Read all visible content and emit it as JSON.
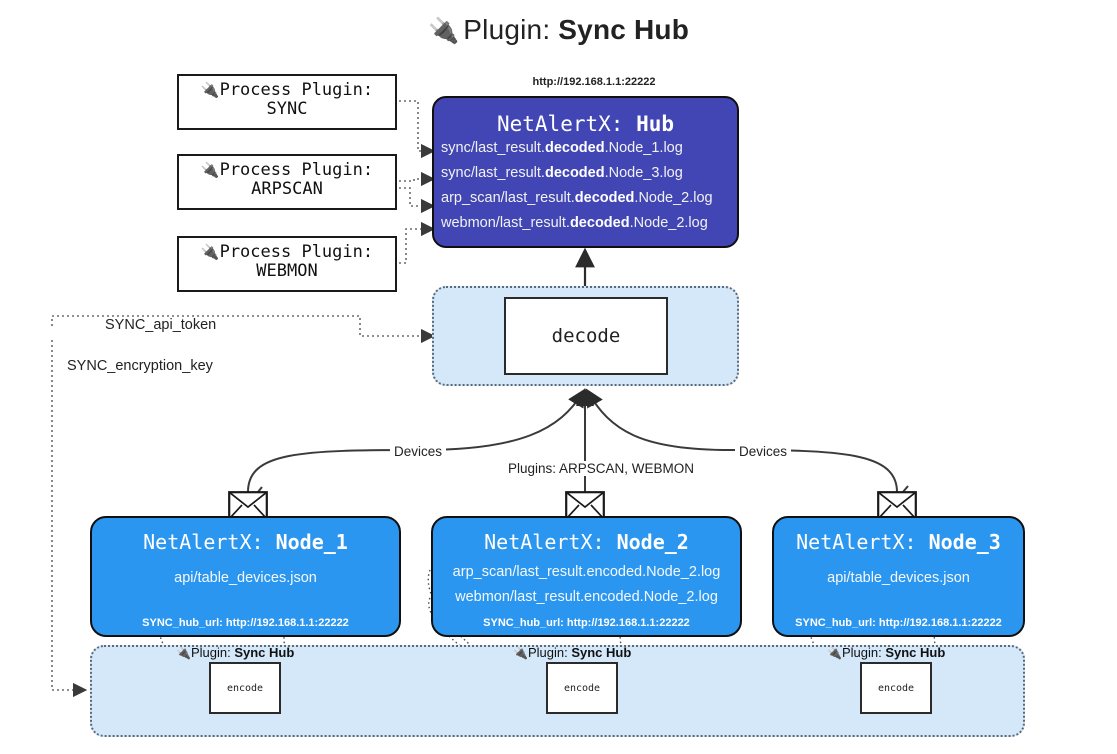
{
  "title": {
    "icon": "plug-icon",
    "prefix": "Plugin: ",
    "name": "Sync Hub"
  },
  "process_plugins": [
    {
      "icon": "plug-icon",
      "line1": "Process Plugin:",
      "line2": "SYNC"
    },
    {
      "icon": "plug-icon",
      "line1": "Process Plugin:",
      "line2": "ARPSCAN"
    },
    {
      "icon": "plug-icon",
      "line1": "Process Plugin:",
      "line2": "WEBMON"
    }
  ],
  "hub": {
    "url": "http://192.168.1.1:22222",
    "title_prefix": "NetAlertX: ",
    "title_name": "Hub",
    "logs": [
      {
        "pre": "sync/last_result.",
        "mid": "decoded",
        "post": ".Node_1.log"
      },
      {
        "pre": "sync/last_result.",
        "mid": "decoded",
        "post": ".Node_3.log"
      },
      {
        "pre": "arp_scan/last_result.",
        "mid": "decoded",
        "post": ".Node_2.log"
      },
      {
        "pre": "webmon/last_result.",
        "mid": "decoded",
        "post": ".Node_2.log"
      }
    ]
  },
  "decode": {
    "label": "decode"
  },
  "secrets": [
    {
      "label": "SYNC_api_token"
    },
    {
      "label": "SYNC_encryption_key"
    }
  ],
  "edge_labels": {
    "devices_left": "Devices",
    "devices_right": "Devices",
    "plugins_center": "Plugins: ARPSCAN, WEBMON"
  },
  "nodes": [
    {
      "icon": "envelope-icon",
      "title_prefix": "NetAlertX: ",
      "title_name": "Node_1",
      "lines": [
        "api/table_devices.json"
      ],
      "footer": "SYNC_hub_url: http://192.168.1.1:22222"
    },
    {
      "icon": "envelope-icon",
      "title_prefix": "NetAlertX: ",
      "title_name": "Node_2",
      "lines": [
        "arp_scan/last_result.encoded.Node_2.log",
        "webmon/last_result.encoded.Node_2.log"
      ],
      "footer": "SYNC_hub_url: http://192.168.1.1:22222"
    },
    {
      "icon": "envelope-icon",
      "title_prefix": "NetAlertX: ",
      "title_name": "Node_3",
      "lines": [
        "api/table_devices.json"
      ],
      "footer": "SYNC_hub_url: http://192.168.1.1:22222"
    }
  ],
  "encoders": [
    {
      "icon": "plug-icon",
      "cap_prefix": "Plugin: ",
      "cap_name": "Sync Hub",
      "label": "encode"
    },
    {
      "icon": "plug-icon",
      "cap_prefix": "Plugin: ",
      "cap_name": "Sync Hub",
      "label": "encode"
    },
    {
      "icon": "plug-icon",
      "cap_prefix": "Plugin: ",
      "cap_name": "Sync Hub",
      "label": "encode"
    }
  ],
  "colors": {
    "hub_fill": "#4146b4",
    "node_fill": "#2b96f0",
    "container_fill": "#d4e8fa",
    "stroke": "#101010",
    "dotted": "#5a6a7a"
  }
}
